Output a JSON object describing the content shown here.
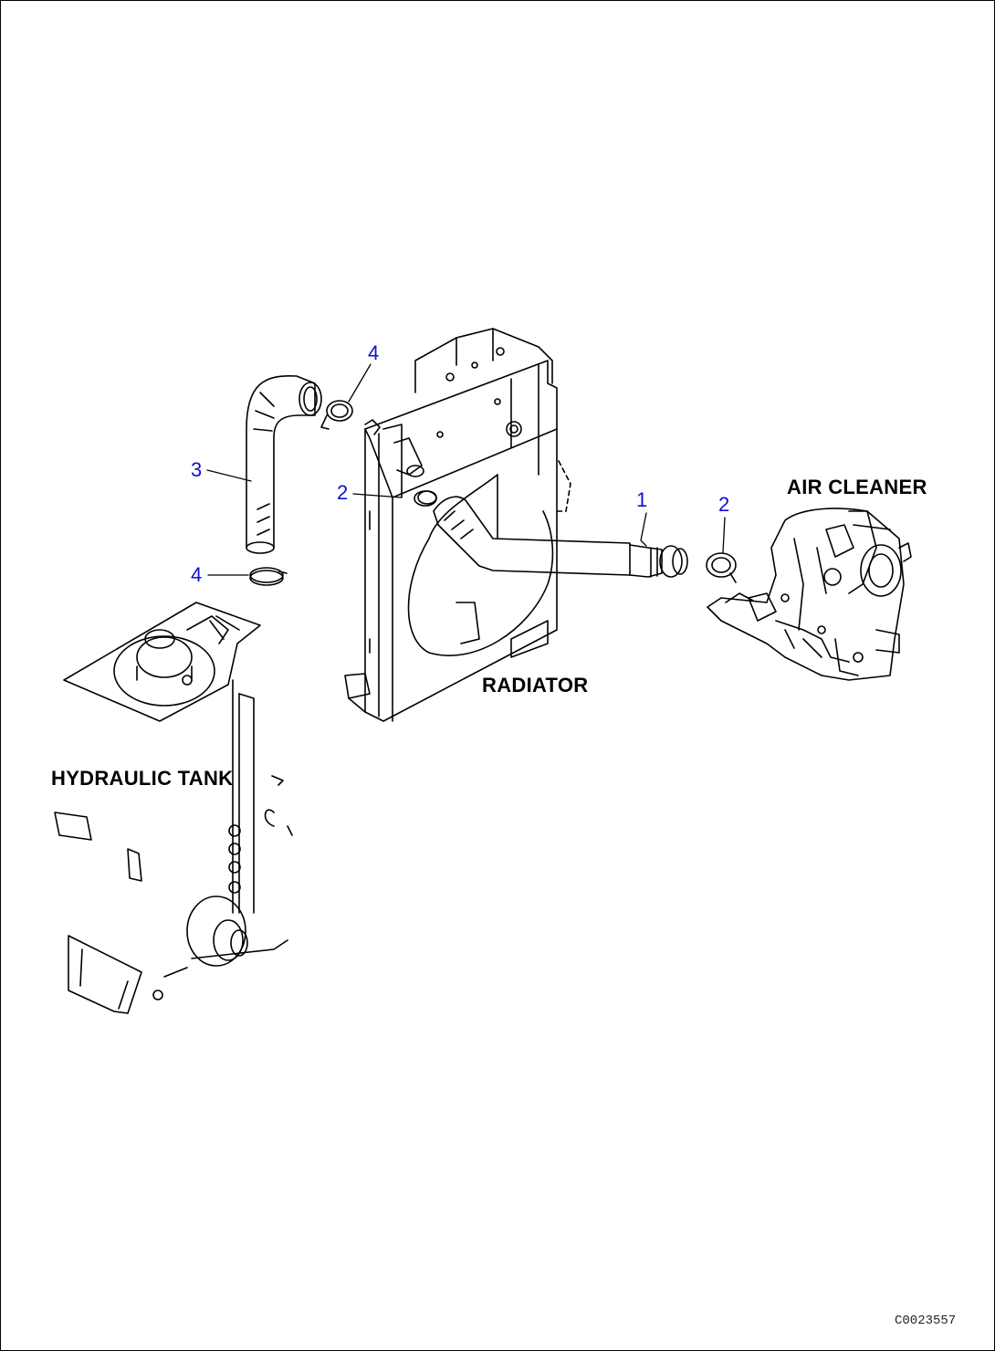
{
  "components": {
    "air_cleaner": "AIR CLEANER",
    "radiator": "RADIATOR",
    "hydraulic_tank": "HYDRAULIC TANK"
  },
  "parts": {
    "hose_1": "1",
    "clamp_2_right": "2",
    "clamp_2_left": "2",
    "hose_3": "3",
    "clamp_4_top": "4",
    "clamp_4_bottom": "4"
  },
  "drawing_id": "C0023557",
  "colors": {
    "part_number": "#1010d0",
    "line": "#000000",
    "background": "#ffffff"
  }
}
